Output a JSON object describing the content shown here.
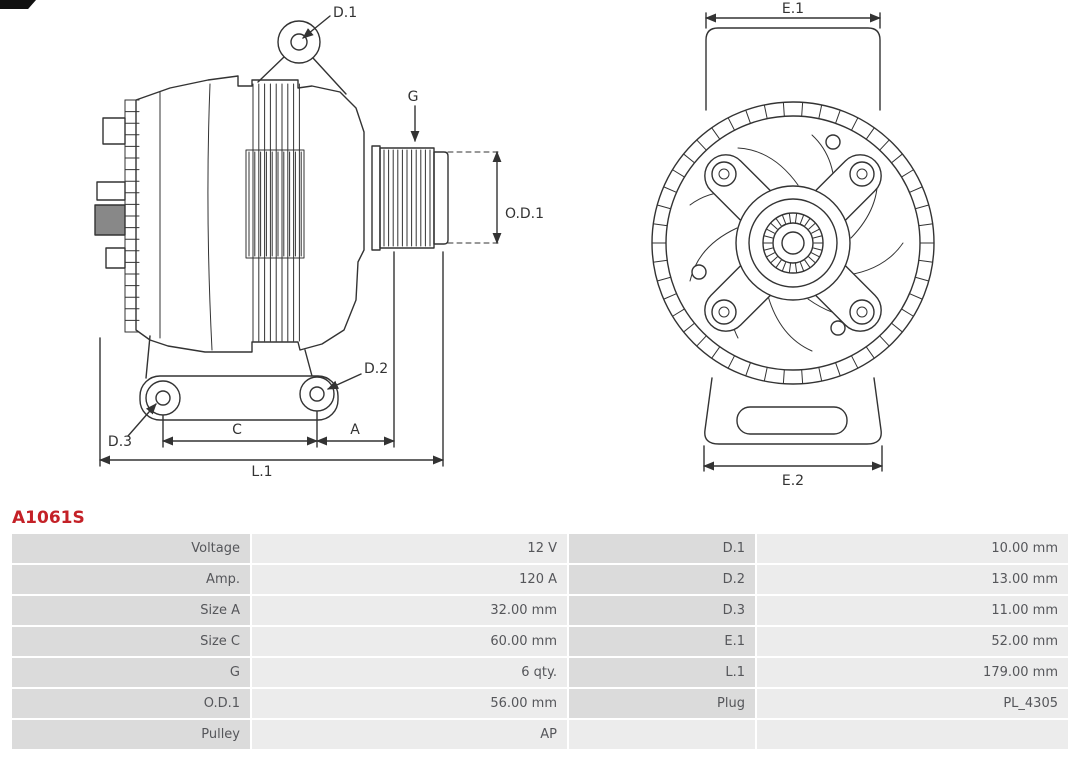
{
  "part_number": "A1061S",
  "colors": {
    "accent": "#c42127",
    "line": "#333333",
    "table_label_bg": "#dbdbdb",
    "table_value_bg": "#ececec"
  },
  "diagram": {
    "labels": {
      "d1": "D.1",
      "g": "G",
      "od1": "O.D.1",
      "d2": "D.2",
      "d3": "D.3",
      "c": "C",
      "a": "A",
      "l1": "L.1",
      "e1": "E.1",
      "e2": "E.2"
    }
  },
  "table": {
    "rows": [
      {
        "c1": "Voltage",
        "c2": "12 V",
        "c3": "D.1",
        "c4": "10.00 mm"
      },
      {
        "c1": "Amp.",
        "c2": "120 A",
        "c3": "D.2",
        "c4": "13.00 mm"
      },
      {
        "c1": "Size A",
        "c2": "32.00 mm",
        "c3": "D.3",
        "c4": "11.00 mm"
      },
      {
        "c1": "Size C",
        "c2": "60.00 mm",
        "c3": "E.1",
        "c4": "52.00 mm"
      },
      {
        "c1": "G",
        "c2": "6 qty.",
        "c3": "L.1",
        "c4": "179.00 mm"
      },
      {
        "c1": "O.D.1",
        "c2": "56.00 mm",
        "c3": "Plug",
        "c4": "PL_4305"
      },
      {
        "c1": "Pulley",
        "c2": "AP",
        "c3": "",
        "c4": ""
      }
    ]
  }
}
